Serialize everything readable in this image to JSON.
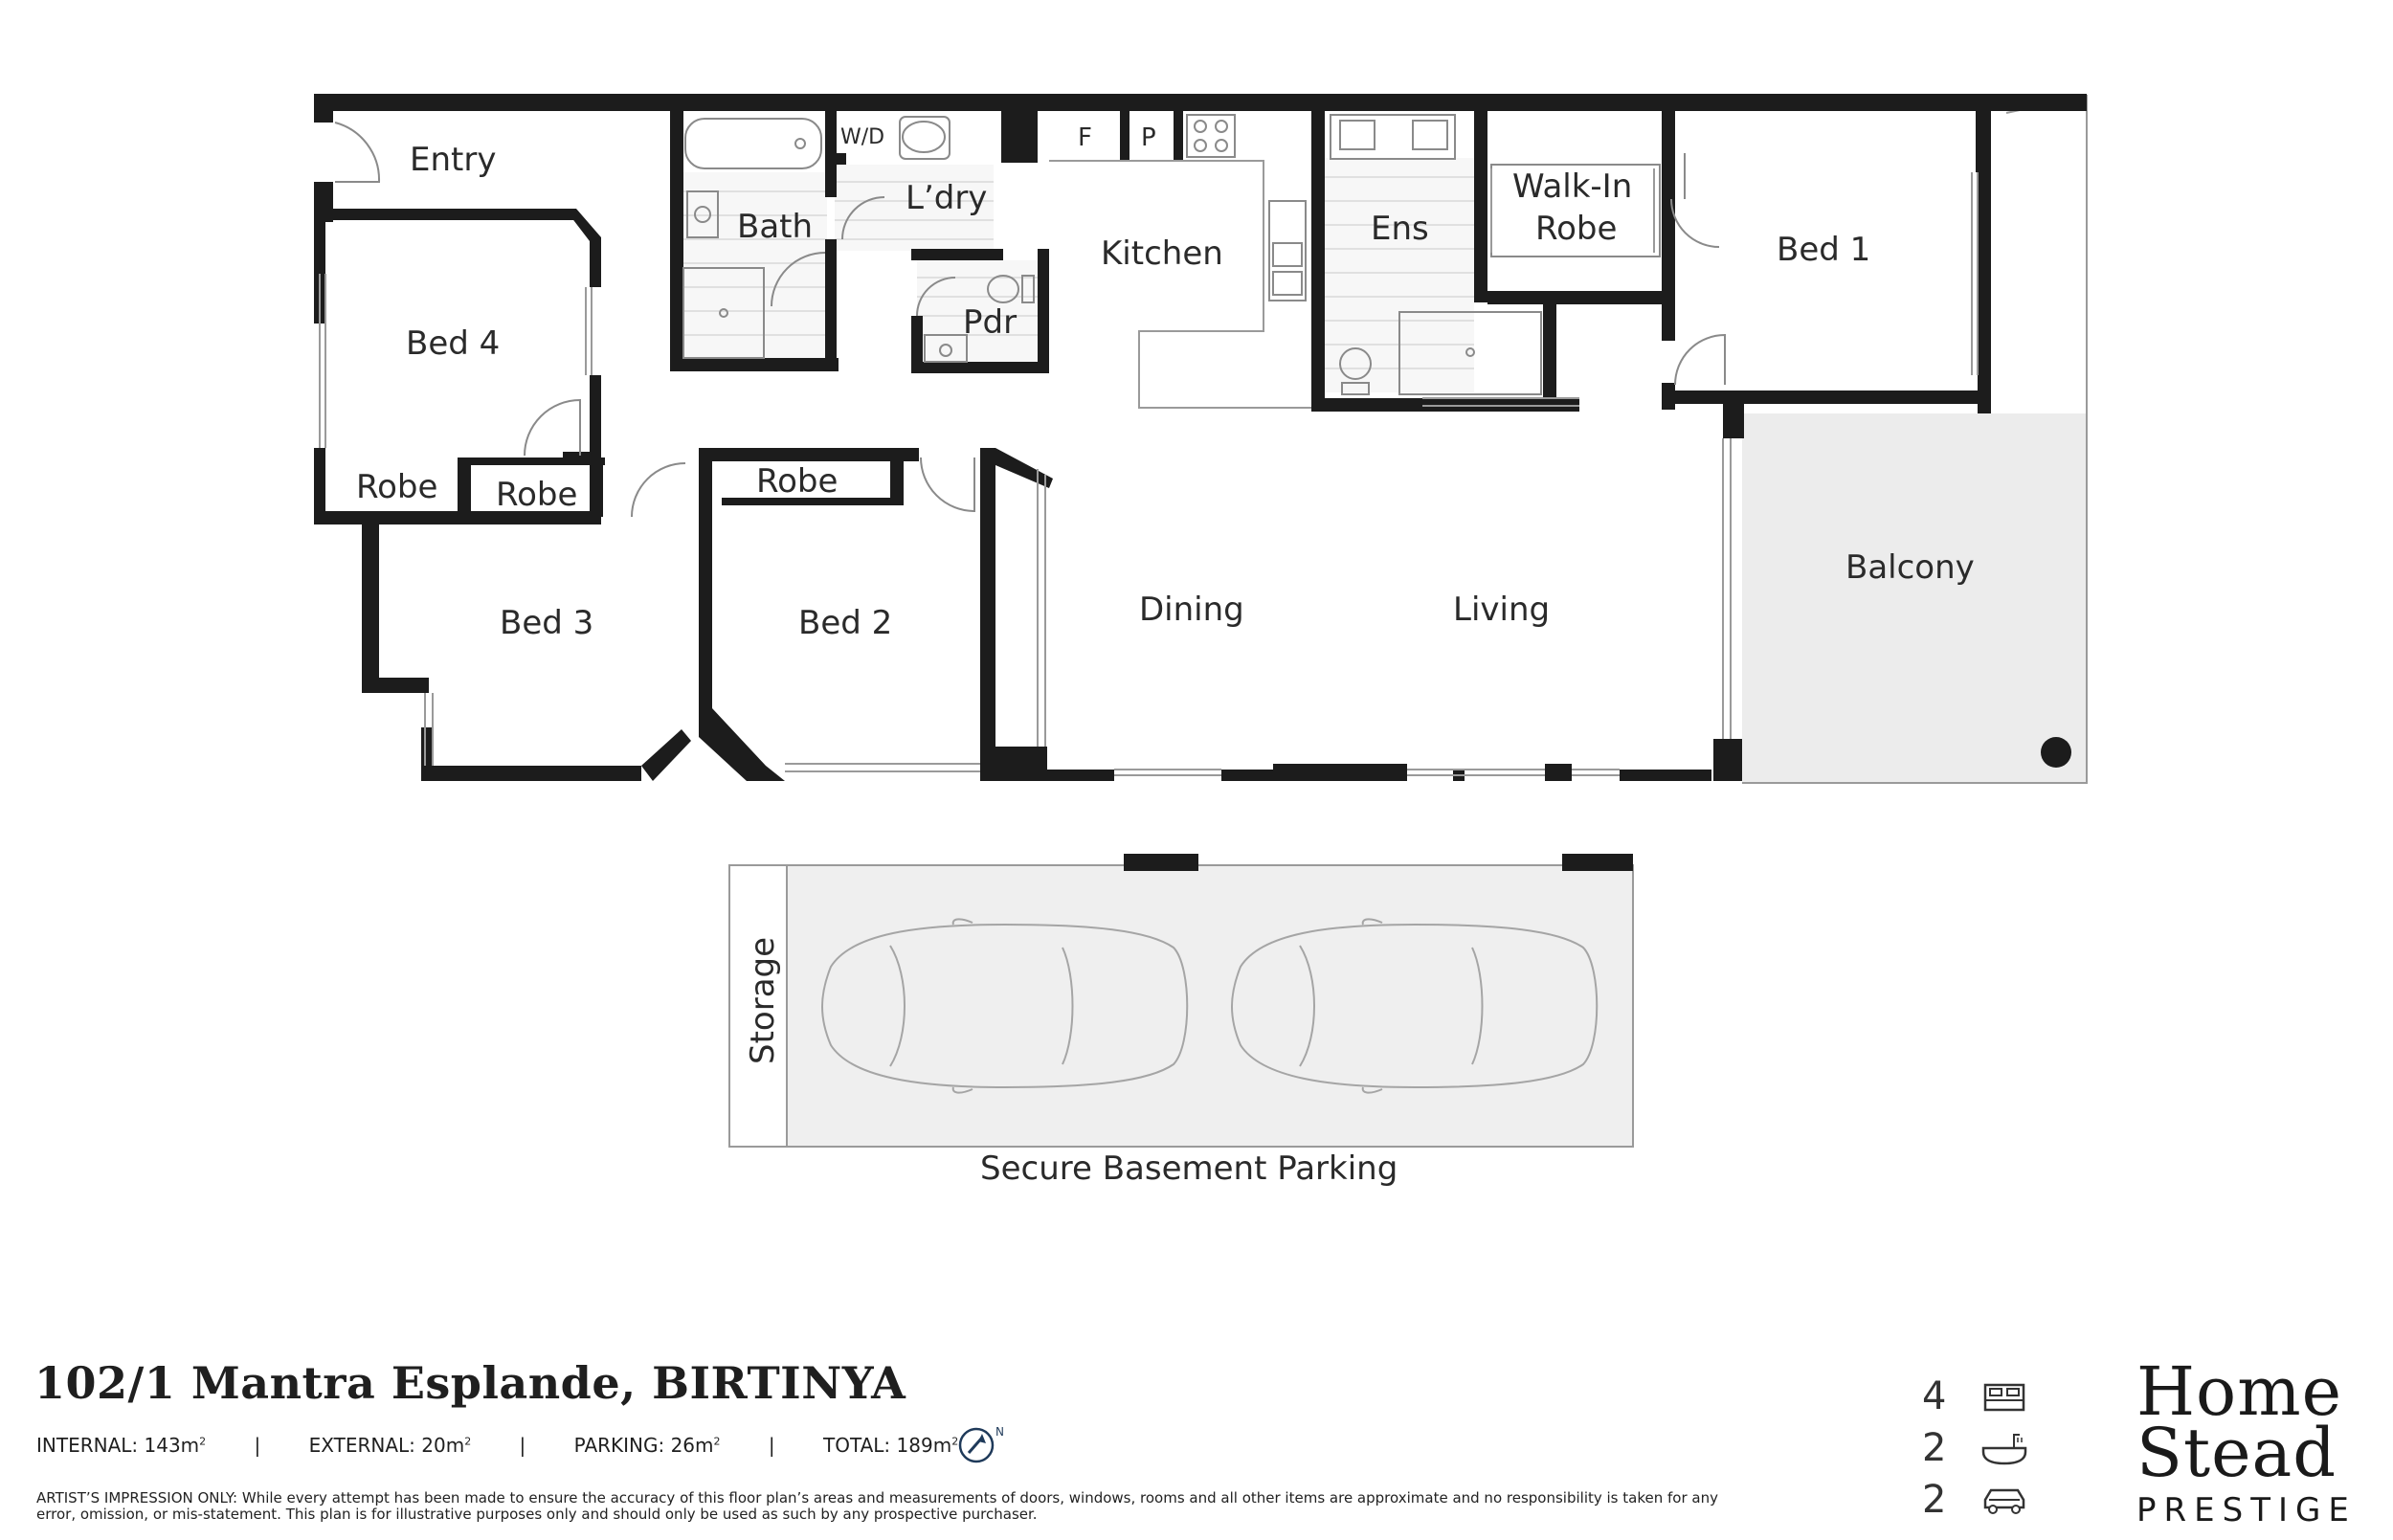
{
  "rooms": {
    "entry": "Entry",
    "bath": "Bath",
    "wd": "W/D",
    "laundry": "L’dry",
    "fridge": "F",
    "pantry": "P",
    "kitchen": "Kitchen",
    "ensuite": "Ens",
    "walk_in_robe_1": "Walk-In",
    "walk_in_robe_2": "Robe",
    "bed1": "Bed 1",
    "bed4": "Bed 4",
    "powder": "Pdr",
    "robe_a": "Robe",
    "robe_b": "Robe",
    "robe_c": "Robe",
    "bed3": "Bed 3",
    "bed2": "Bed 2",
    "dining": "Dining",
    "living": "Living",
    "balcony": "Balcony",
    "storage": "Storage",
    "parking": "Secure Basement Parking"
  },
  "footer": {
    "address": "102/1 Mantra Esplande, BIRTINYA",
    "internal_label": "INTERNAL: 143m",
    "external_label": "EXTERNAL: 20m",
    "parking_label": "PARKING: 26m",
    "total_label": "TOTAL: 189m",
    "sup": "2",
    "separator": "|",
    "disclaimer": "ARTIST’S IMPRESSION ONLY: While every attempt has been made to ensure the accuracy of this floor plan’s areas and measurements of doors, windows, rooms and all other items are approximate and no responsibility is taken for any error, omission, or mis-statement. This plan is for illustrative purposes only and should only be used as such by any prospective purchaser."
  },
  "counts": {
    "bedrooms": "4",
    "bathrooms": "2",
    "car_spaces": "2",
    "bed_icon": "bed-icon",
    "bath_icon": "bathtub-icon",
    "car_icon": "car-icon"
  },
  "logo": {
    "line1": "Home",
    "line2": "Stead",
    "line3": "PRESTIGE"
  },
  "colors": {
    "wall": "#1c1c1c",
    "balcony_fill": "#ececec",
    "parking_fill": "#efefef",
    "text": "#2a2a2a"
  }
}
